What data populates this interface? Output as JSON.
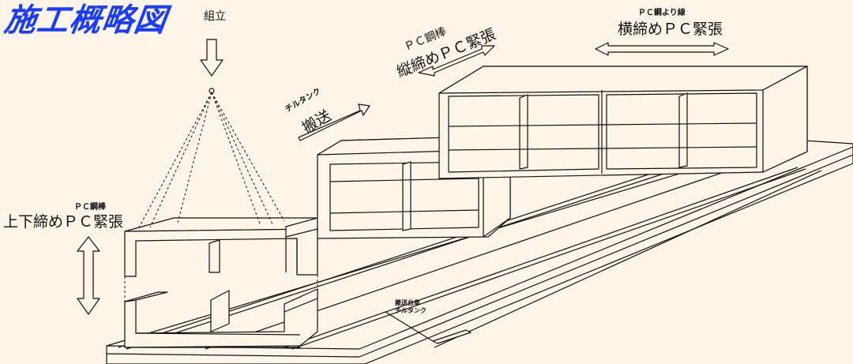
{
  "title": "施工概略図",
  "labels": {
    "assembly": "組立",
    "vertical_pc_top": "ＰＣ鋼棒",
    "vertical_pc_bottom": "上下締めＰＣ緊張",
    "transport_top": "チルタンク",
    "transport_bottom": "搬送",
    "long_pc_top": "ＰＣ鋼棒",
    "long_pc_bottom": "縦締めＰＣ緊張",
    "trans_pc_top": "ＰＣ鋼より線",
    "trans_pc_bottom": "横締めＰＣ緊張",
    "cart_top": "搬送台車",
    "cart_bottom": "チルタンク"
  },
  "colors": {
    "title": "#1a3cff",
    "background": "#fdf6e8",
    "line": "#111111",
    "slab": "#fdf6e8"
  }
}
